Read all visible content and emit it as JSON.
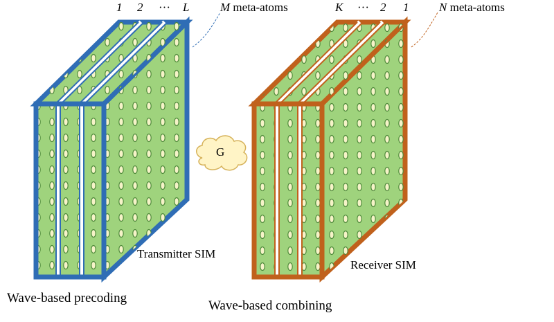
{
  "colors": {
    "transmitter": "#2f6db5",
    "receiver": "#c0611c",
    "panel_fill": "#9fd37d",
    "atom_fill": "#f6f3c8",
    "atom_stroke": "#4f8a3c",
    "cloud_fill": "#fff4c6",
    "cloud_stroke": "#d6b25a"
  },
  "transmitter": {
    "layer_labels": [
      "1",
      "2",
      "···",
      "L"
    ],
    "atoms_symbol": "M",
    "atoms_text": " meta-atoms",
    "name": "Transmitter SIM",
    "caption": "Wave-based precoding"
  },
  "receiver": {
    "layer_labels": [
      "K",
      "···",
      "2",
      "1"
    ],
    "atoms_symbol": "N",
    "atoms_text": " meta-atoms",
    "name": "Receiver SIM",
    "caption": "Wave-based combining"
  },
  "channel": {
    "label": "G",
    "icon": "cloud-icon"
  }
}
